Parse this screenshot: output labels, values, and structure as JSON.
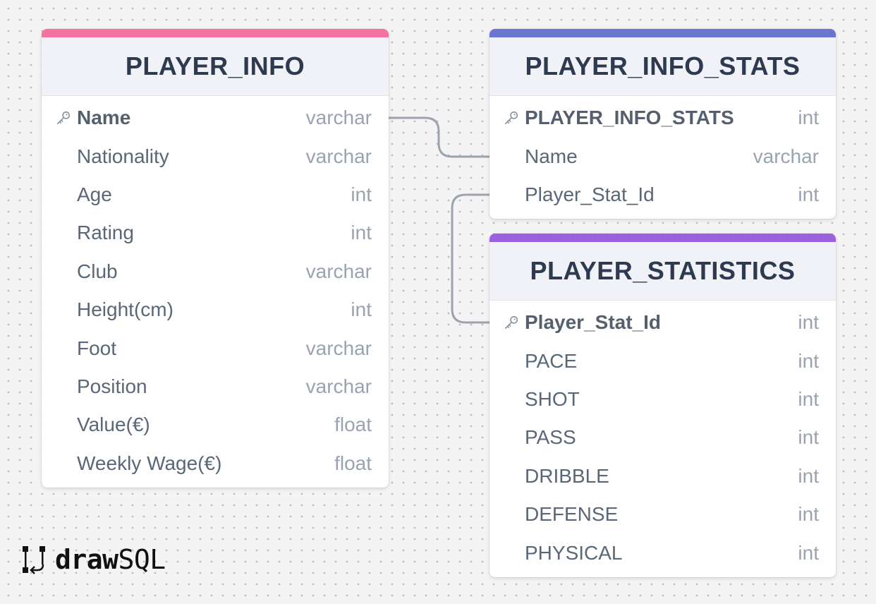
{
  "colors": {
    "player_info_accent": "#f472a0",
    "player_info_stats_accent": "#6b74d1",
    "player_statistics_accent": "#9b5fe0",
    "connector": "#9ca3ab"
  },
  "icons": {
    "primary_key": "key-icon"
  },
  "tables": {
    "player_info": {
      "title": "PLAYER_INFO",
      "columns": [
        {
          "name": "Name",
          "type": "varchar",
          "primary_key": true
        },
        {
          "name": "Nationality",
          "type": "varchar"
        },
        {
          "name": "Age",
          "type": "int"
        },
        {
          "name": "Rating",
          "type": "int"
        },
        {
          "name": "Club",
          "type": "varchar"
        },
        {
          "name": "Height(cm)",
          "type": "int"
        },
        {
          "name": "Foot",
          "type": "varchar"
        },
        {
          "name": "Position",
          "type": "varchar"
        },
        {
          "name": "Value(€)",
          "type": "float"
        },
        {
          "name": "Weekly Wage(€)",
          "type": "float"
        }
      ]
    },
    "player_info_stats": {
      "title": "PLAYER_INFO_STATS",
      "columns": [
        {
          "name": "PLAYER_INFO_STATS",
          "type": "int",
          "primary_key": true
        },
        {
          "name": "Name",
          "type": "varchar"
        },
        {
          "name": "Player_Stat_Id",
          "type": "int"
        }
      ]
    },
    "player_statistics": {
      "title": "PLAYER_STATISTICS",
      "columns": [
        {
          "name": "Player_Stat_Id",
          "type": "int",
          "primary_key": true
        },
        {
          "name": "PACE",
          "type": "int"
        },
        {
          "name": "SHOT",
          "type": "int"
        },
        {
          "name": "PASS",
          "type": "int"
        },
        {
          "name": "DRIBBLE",
          "type": "int"
        },
        {
          "name": "DEFENSE",
          "type": "int"
        },
        {
          "name": "PHYSICAL",
          "type": "int"
        }
      ]
    }
  },
  "relations": [
    {
      "from": "PLAYER_INFO.Name",
      "to": "PLAYER_INFO_STATS.Name"
    },
    {
      "from": "PLAYER_INFO_STATS.Player_Stat_Id",
      "to": "PLAYER_STATISTICS.Player_Stat_Id"
    }
  ],
  "logo": {
    "bold": "draw",
    "light": "SQL"
  }
}
